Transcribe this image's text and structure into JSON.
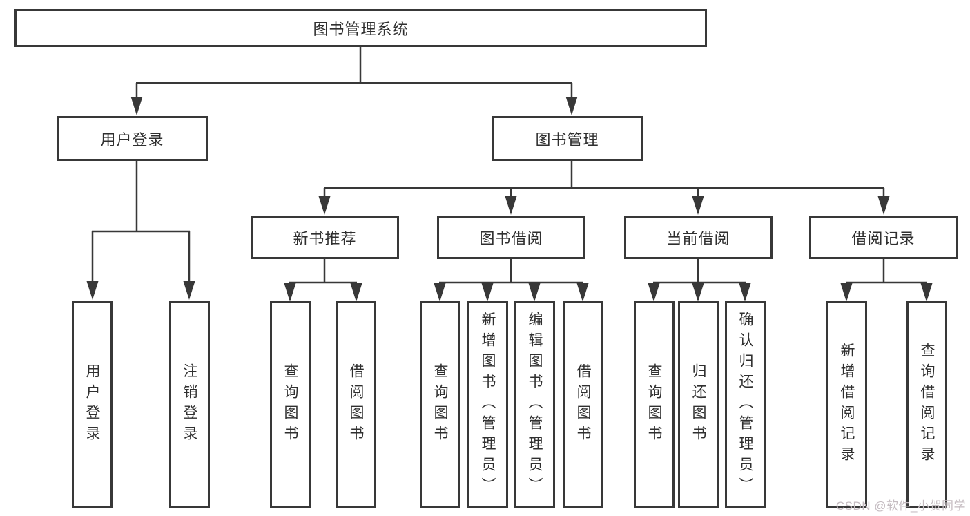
{
  "tree": {
    "root": "图书管理系统",
    "level2": [
      "用户登录",
      "图书管理"
    ],
    "level3": [
      "新书推荐",
      "图书借阅",
      "当前借阅",
      "借阅记录"
    ],
    "leaves": {
      "login": [
        "用户登录",
        "注销登录"
      ],
      "recommend": [
        "查询图书",
        "借阅图书"
      ],
      "borrow": [
        "查询图书",
        "新增图书（管理员）",
        "编辑图书（管理员）",
        "借阅图书"
      ],
      "current": [
        "查询图书",
        "归还图书",
        "确认归还（管理员）"
      ],
      "records": [
        "新增借阅记录",
        "查询借阅记录"
      ]
    }
  },
  "watermark": {
    "text": "CSDN @软件_小贺同学"
  },
  "colors": {
    "line": "#383838",
    "text": "#2f2f2f",
    "box_background": "#ffffff",
    "watermark": "#c4bbc0"
  }
}
